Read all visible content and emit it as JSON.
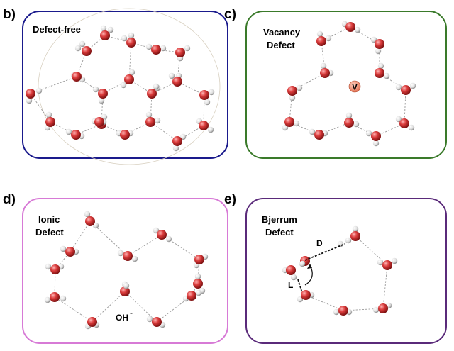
{
  "panels": [
    {
      "letter": "b)",
      "title": [
        "Defect-free"
      ],
      "color": "#1a1a8c"
    },
    {
      "letter": "c)",
      "title": [
        "Vacancy",
        "Defect"
      ],
      "color": "#3a7a2a"
    },
    {
      "letter": "d)",
      "title": [
        "Ionic",
        "Defect"
      ],
      "color": "#d77ad6"
    },
    {
      "letter": "e)",
      "title": [
        "Bjerrum",
        "Defect"
      ],
      "color": "#5a2a7a"
    }
  ],
  "labels": {
    "vacancy_marker": "V",
    "hydroxide": "OH",
    "hydroxide_charge": "-",
    "d_label": "D",
    "l_label": "L"
  },
  "colors": {
    "oxygen": "#d93a3a",
    "hydrogen": "#eeeeee",
    "vacancy_fill": "#f08a6a"
  }
}
